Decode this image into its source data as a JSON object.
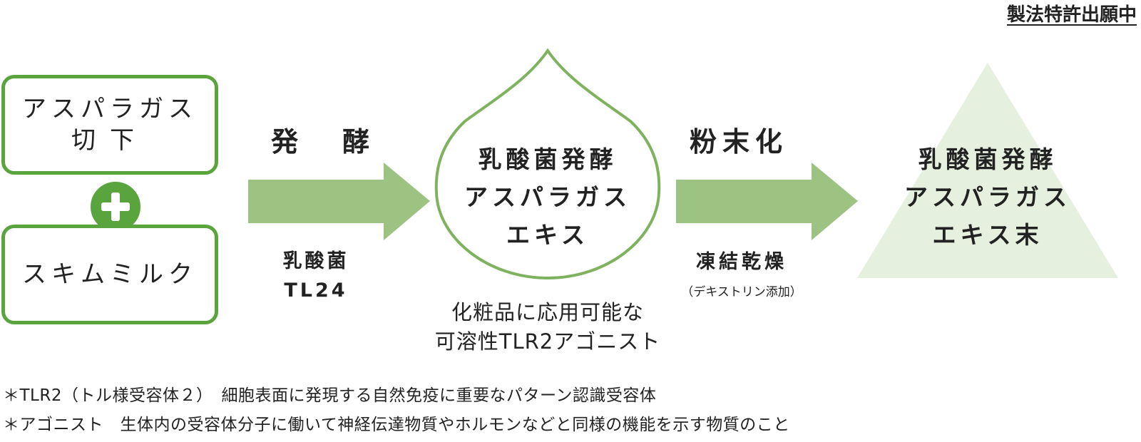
{
  "patent_badge": "製法特許出願中",
  "inputs": {
    "top_line1": "アスパラガス",
    "top_line2": "切下",
    "bottom": "スキムミルク"
  },
  "step1": {
    "label": "発　酵",
    "bacteria_line1": "乳酸菌",
    "bacteria_line2": "TL24"
  },
  "intermediate": {
    "line1": "乳酸菌発酵",
    "line2": "アスパラガス",
    "line3": "エキス",
    "desc_line1": "化粧品に応用可能な",
    "desc_line2": "可溶性TLR2アゴニスト"
  },
  "step2": {
    "label": "粉末化",
    "method": "凍結乾燥",
    "method_note": "（デキストリン添加）"
  },
  "product": {
    "line1": "乳酸菌発酵",
    "line2": "アスパラガス",
    "line3": "エキス末"
  },
  "notes": [
    "＊TLR2（トル様受容体２）　細胞表面に発現する自然免疫に重要なパターン認識受容体",
    "＊アゴニスト　生体内の受容体分子に働いて神経伝達物質やホルモンなどと同様の機能を示す物質のこと"
  ],
  "colors": {
    "green_dark": "#5aa43e",
    "green_arrow": "#9dc383",
    "green_drop": "#7fb25f",
    "green_triangle": "#e6f0df"
  }
}
